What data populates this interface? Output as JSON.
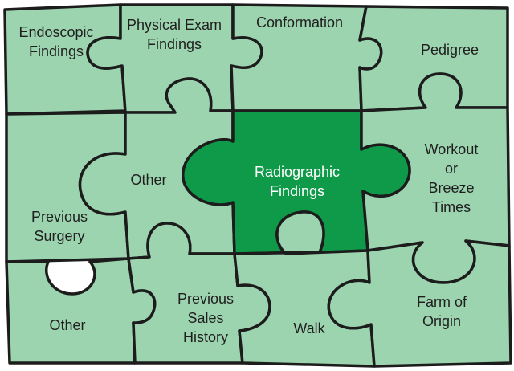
{
  "pieces": [
    {
      "id": "endoscopic",
      "label": "Endoscopic\nFindings"
    },
    {
      "id": "physical-exam",
      "label": "Physical Exam\nFindings"
    },
    {
      "id": "conformation",
      "label": "Conformation"
    },
    {
      "id": "pedigree",
      "label": "Pedigree"
    },
    {
      "id": "other-top",
      "label": "Other"
    },
    {
      "id": "radiographic",
      "label": "Radiographic\nFindings"
    },
    {
      "id": "workout",
      "label": "Workout\nor Breeze\nTimes"
    },
    {
      "id": "previous-surgery",
      "label": "Previous\nSurgery"
    },
    {
      "id": "other-bottom",
      "label": "Other"
    },
    {
      "id": "previous-sales",
      "label": "Previous\nSales\nHistory"
    },
    {
      "id": "walk",
      "label": "Walk"
    },
    {
      "id": "farm-of-origin",
      "label": "Farm of Origin"
    }
  ],
  "colors": {
    "piece": "#9dd4b0",
    "highlight": "#0f9a4a",
    "outline": "#1c1c1c"
  }
}
